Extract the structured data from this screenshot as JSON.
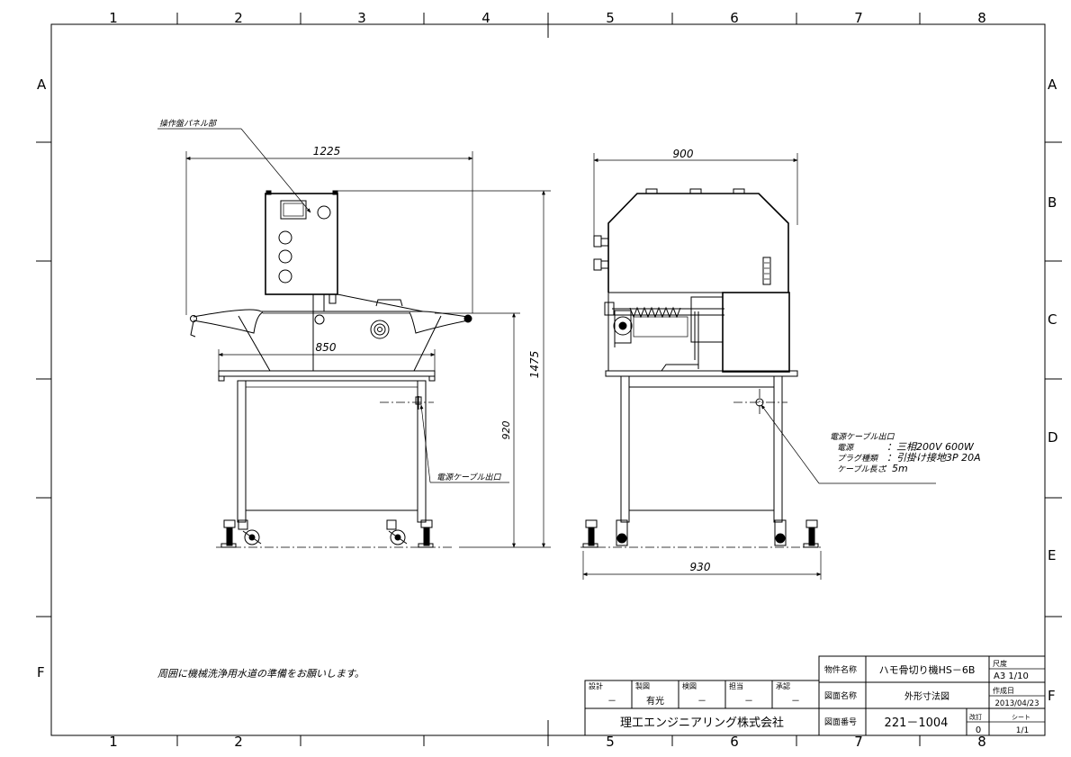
{
  "frame": {
    "cols": [
      "1",
      "2",
      "3",
      "4",
      "5",
      "6",
      "7",
      "8"
    ],
    "rows": [
      "A",
      "B",
      "C",
      "D",
      "E",
      "F"
    ]
  },
  "front_view": {
    "panel_label": "操作盤パネル部",
    "dim_width": "1225",
    "dim_table": "850",
    "dim_height_total": "1475",
    "dim_height_table": "920",
    "cable_label": "電源ケーブル出口"
  },
  "side_view": {
    "dim_top": "900",
    "dim_base": "930"
  },
  "power_note": {
    "title": "電源ケーブル出口",
    "rows": [
      {
        "label": "電源",
        "value": "：三相200V 600W"
      },
      {
        "label": "プラグ種類",
        "value": "：引掛け接地3P 20A"
      },
      {
        "label": "ケーブル長さ",
        "value": "：5m"
      }
    ]
  },
  "footer_note": "周囲に機械洗浄用水道の準備をお願いします。",
  "title_block": {
    "approvals": [
      {
        "role": "設計",
        "name": "－"
      },
      {
        "role": "製図",
        "name": "有光"
      },
      {
        "role": "検図",
        "name": "－"
      },
      {
        "role": "担当",
        "name": "－"
      },
      {
        "role": "承認",
        "name": "－"
      }
    ],
    "company": "理工エンジニアリング株式会社",
    "product_label": "物件名称",
    "product_value": "ハモ骨切り機HS－6B",
    "drawing_label": "図面名称",
    "drawing_value": "外形寸法図",
    "number_label": "図面番号",
    "number_value": "221－1004",
    "scale_label": "尺度",
    "scale_value": "A3  1/10",
    "date_label": "作成日",
    "date_value": "2013/04/23",
    "rev_label": "改訂",
    "rev_value": "0",
    "sheet_label": "シート",
    "sheet_value": "1/1"
  }
}
